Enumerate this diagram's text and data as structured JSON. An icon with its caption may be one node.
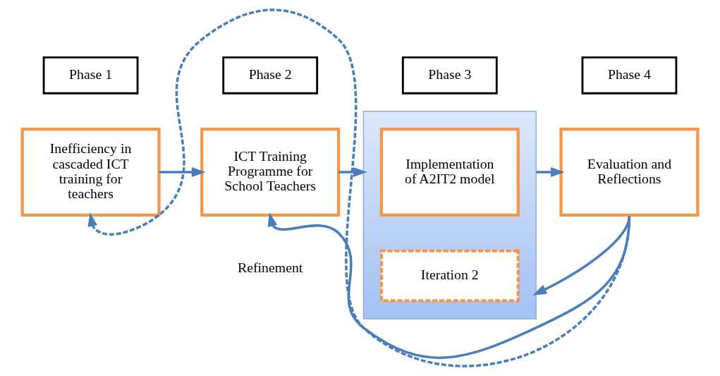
{
  "diagram": {
    "nodes": [
      {
        "text": [
          "Phase 1"
        ]
      },
      {
        "text": [
          "Inefficiency in cascaded ICT training for teachers"
        ]
      },
      {
        "text": [
          "Phase 2"
        ]
      },
      {
        "text": [
          "ICT Training Programme for School Teachers"
        ]
      },
      {
        "text": [
          "Phase 3"
        ]
      },
      {
        "text": [],
        "shape": "box"
      },
      {
        "text": [
          "Implementation of A2IT2 model"
        ],
        "in": 5
      },
      {
        "text": [
          "Iteration 2"
        ],
        "in": 5
      },
      {
        "text": [
          "Phase 4"
        ]
      },
      {
        "text": [
          "Evaluation and Reflections"
        ]
      }
    ],
    "edges": [
      {
        "from": 1,
        "to": 3,
        "arrow": "to"
      },
      {
        "from": 3,
        "to": 5,
        "arrow": "to"
      },
      {
        "from": 9,
        "to": 5,
        "arrow": "to"
      },
      {
        "from": 5,
        "to": 9,
        "arrow": "to"
      },
      {
        "from": 9,
        "to": 3,
        "arrow": "to"
      },
      {
        "from": 9,
        "to": 1,
        "arrow": "to",
        "style": "dashed"
      }
    ],
    "labels": [
      "Refinement"
    ]
  }
}
